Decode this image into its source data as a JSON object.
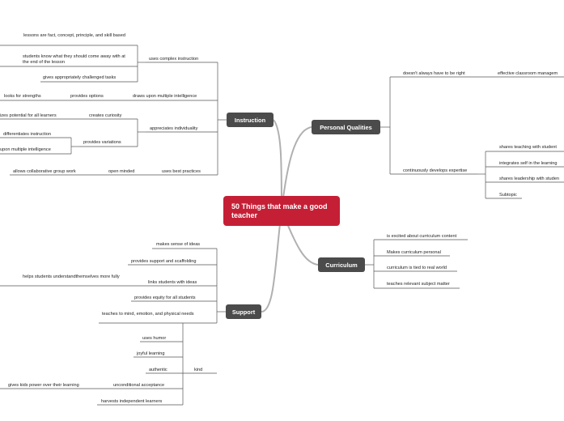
{
  "colors": {
    "central": "#c51f36",
    "branch": "#4b4b4b",
    "line": "#555555",
    "connector": "#b0b0b0"
  },
  "central": {
    "title": "50 Things that make a good teacher"
  },
  "branches": {
    "instruction": "Instruction",
    "personal": "Personal Qualities",
    "curriculum": "Curriculum",
    "support": "Support"
  },
  "instruction": {
    "complex": "uses complex instruction",
    "lessons": "lessons are fact, concept, principle, and skill based",
    "know": "students know what they should come away with at the end of the lesson",
    "challenged": "gives appropriately challenged tasks",
    "draws": "draws upon multiple intelligence",
    "options": "provides options",
    "strengths": "looks for strengths",
    "individuality": "appreciates individuality",
    "curiosity": "creates curiosity",
    "potential": "izes potential for all learners",
    "variations": "provides variations",
    "differentiates": "differentiates instruction",
    "upon": "upon multiple intelligence",
    "best": "uses best practices",
    "open": "open minded",
    "collab": "allows collaborative group work"
  },
  "personal": {
    "right": "doesn't always have to be right",
    "effective": "effective classroom managem",
    "develops": "continuously develops expertise",
    "sharesteach": "shares teaching with student",
    "integrates": "integrates self in the learning",
    "sharesleader": "shares leadership with studen",
    "subtopic": "Subtopic"
  },
  "curriculum": {
    "excited": "is excited about curriculum content",
    "personal": "Makes curriculum personal",
    "tied": "curriculum is tied to real world",
    "relevant": "teaches relevant subject matter"
  },
  "support": {
    "sense": "makes sense of ideas",
    "scaffolding": "provides support and scaffolding",
    "links": "links students with ideas",
    "helps": "helps students understandthemselves more fully",
    "equity": "provides equity for all students",
    "mind": "teaches to mind, emotion, and physical needs",
    "kind": "kind",
    "humor": "uses humor",
    "joyful": "joyful learning",
    "authentic": "authentic",
    "unconditional": "unconditional acceptance",
    "power": "gives kids power over their learning",
    "harvests": "harvests independent learners"
  }
}
